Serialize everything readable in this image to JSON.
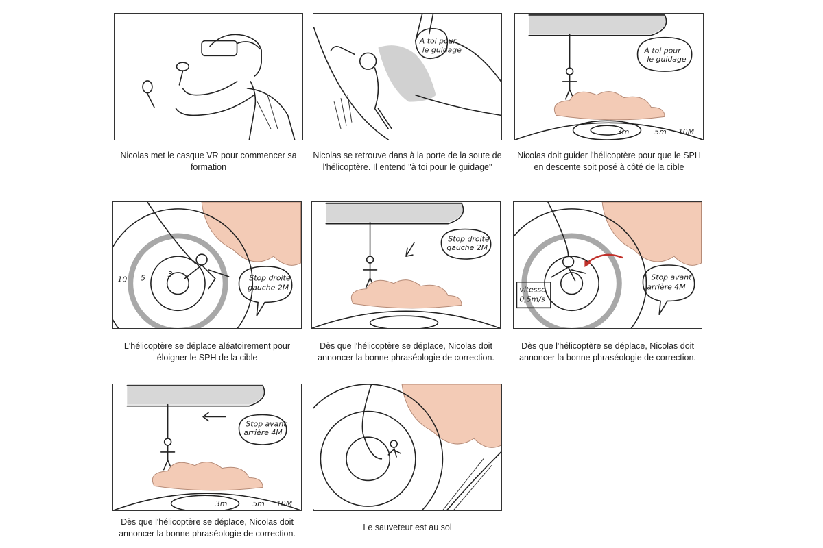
{
  "panels": [
    {
      "caption": "Nicolas met le casque VR pour commencer sa formation"
    },
    {
      "caption": "Nicolas se retrouve dans à la porte de la soute de l'hélicoptère. Il entend \"à toi pour le guidage\"",
      "bubble": "A toi pour le guidage"
    },
    {
      "caption": "Nicolas doit guider l'hélicoptère pour que le SPH en descente soit posé à côté de la cible",
      "bubble": "A toi pour le guidage",
      "distances": [
        "3m",
        "5m",
        "10M"
      ]
    },
    {
      "caption": "L'hélicoptère se déplace aléatoirement pour éloigner le SPH de la cible",
      "bubble": "Stop droite gauche 2M",
      "rings": [
        "10",
        "5",
        "3"
      ]
    },
    {
      "caption": "Dès que l'hélicoptère se déplace, Nicolas doit annoncer la bonne phraséologie de correction.",
      "bubble": "Stop droite gauche 2M"
    },
    {
      "caption": "Dès que l'hélicoptère se déplace, Nicolas doit annoncer la bonne phraséologie de correction.",
      "bubble": "Stop avant arrière 4M",
      "note": "vitesse 0,5m/s"
    },
    {
      "caption": "Dès que l'hélicoptère se déplace, Nicolas doit annoncer la bonne phraséologie de correction.",
      "bubble": "Stop avant arrière 4M",
      "distances": [
        "3m",
        "5m",
        "10M"
      ]
    },
    {
      "caption": "Le sauveteur est au sol"
    }
  ]
}
